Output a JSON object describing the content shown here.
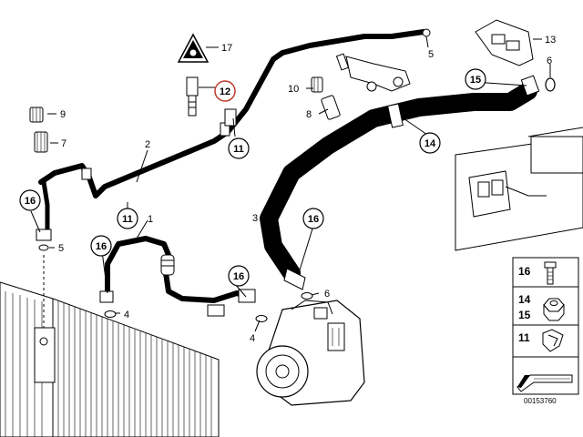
{
  "doc_id": "00153760",
  "warning_symbol": "warning-triangle-icon",
  "callouts": {
    "c1": "1",
    "c2": "2",
    "c3": "3",
    "c4a": "4",
    "c4b": "4",
    "c5a": "5",
    "c5b": "5",
    "c6a": "6",
    "c6b": "6",
    "c7": "7",
    "c8": "8",
    "c9": "9",
    "c10": "10",
    "c11a": "11",
    "c11b": "11",
    "c12": "12",
    "c13": "13",
    "c14": "14",
    "c15": "15",
    "c16a": "16",
    "c16b": "16",
    "c16c": "16",
    "c16d": "16",
    "c17": "17"
  },
  "legend": {
    "rows": [
      {
        "label": "16"
      },
      {
        "label": "14"
      },
      {
        "label": "15"
      },
      {
        "label": "11"
      }
    ]
  },
  "colors": {
    "line": "#000000",
    "highlight_circle": "#c0392b",
    "background": "#ffffff"
  }
}
